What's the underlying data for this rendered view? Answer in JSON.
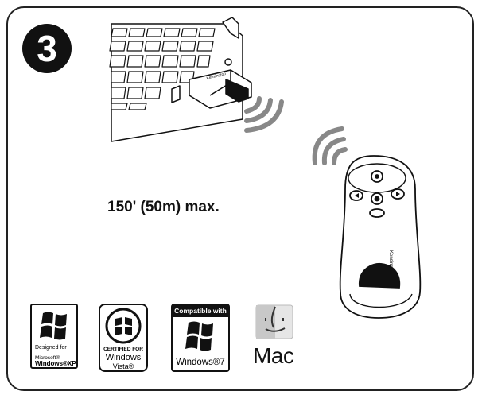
{
  "step": {
    "number": "3"
  },
  "range": {
    "text": "150' (50m) max."
  },
  "receiver": {
    "brand": "Kensington"
  },
  "presenter": {
    "brand": "Kensington"
  },
  "logos": {
    "xp": {
      "designed_for": "Designed for",
      "microsoft": "Microsoft®",
      "windows": "Windows®XP"
    },
    "vista": {
      "certified": "CERTIFIED FOR",
      "windows": "Windows",
      "vista": "Vista®"
    },
    "w7": {
      "compatible": "Compatible with",
      "windows": "Windows®7"
    },
    "mac": {
      "label": "Mac"
    }
  },
  "colors": {
    "ink": "#111111",
    "signal": "#888888"
  }
}
